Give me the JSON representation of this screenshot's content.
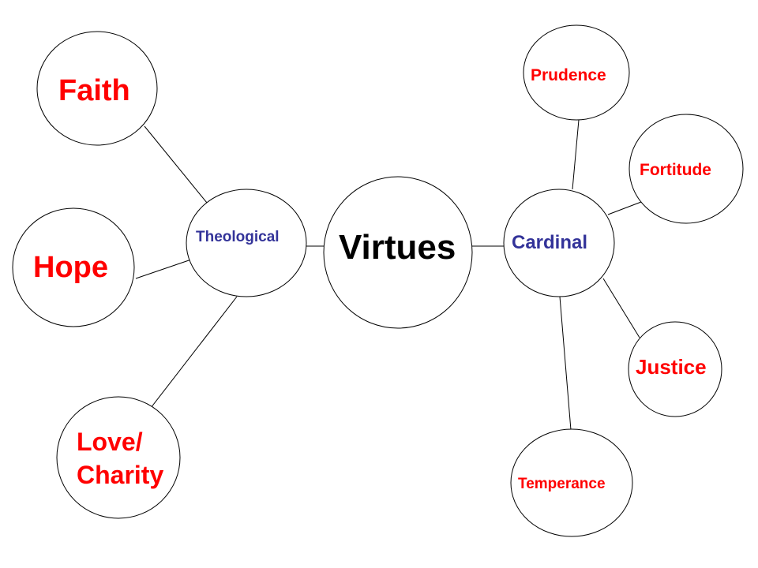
{
  "diagram": {
    "center": "Virtues",
    "branches": {
      "theological": {
        "label": "Theological",
        "children": {
          "faith": "Faith",
          "hope": "Hope",
          "love_line1": "Love/",
          "love_line2": "Charity"
        }
      },
      "cardinal": {
        "label": "Cardinal",
        "children": {
          "prudence": "Prudence",
          "fortitude": "Fortitude",
          "justice": "Justice",
          "temperance": "Temperance"
        }
      }
    }
  },
  "colors": {
    "leaf_text": "#ff0000",
    "branch_text": "#333399",
    "center_text": "#000000"
  }
}
